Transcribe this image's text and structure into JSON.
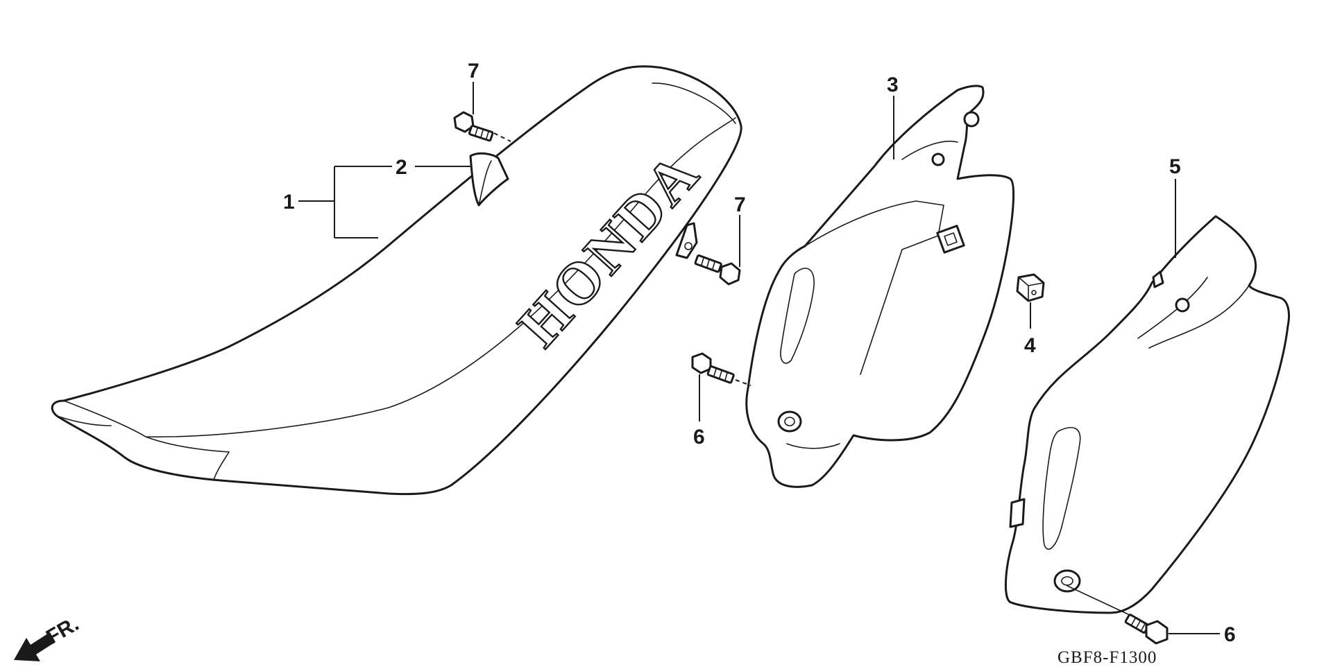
{
  "diagram": {
    "drawing_code": "GBF8-F1300",
    "direction_label": "FR.",
    "seat_brand": "HONDA",
    "callouts": {
      "seat": "1",
      "seat_strap": "2",
      "left_side_cover": "3",
      "clip_nut": "4",
      "right_side_cover": "5",
      "flange_bolt_lower_left": "6",
      "flange_bolt_lower_right": "6",
      "flange_bolt_top": "7",
      "flange_bolt_mid": "7"
    }
  }
}
